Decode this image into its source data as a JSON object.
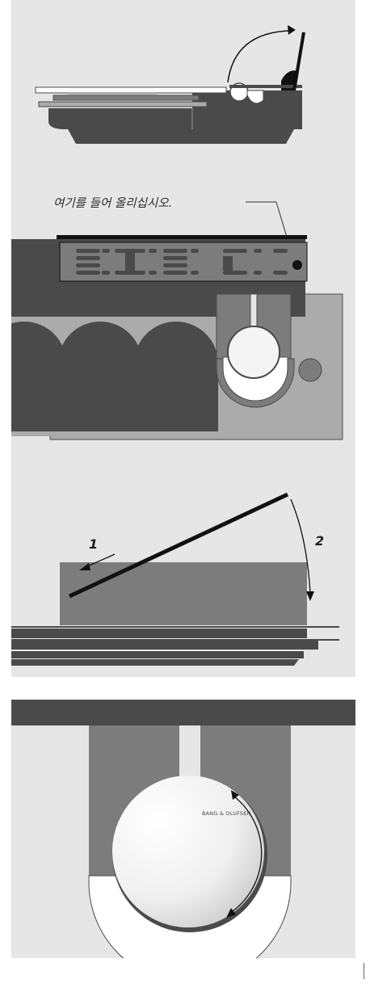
{
  "labels": {
    "lift_here": "여기를 들어 올리십시오.",
    "step_1": "1",
    "step_2": "2",
    "brand": "BANG & OLUFSEN"
  },
  "icons": {
    "arrow_1": "arrow-left-icon",
    "arrow_2": "arrow-down-curved-icon",
    "lift_arc": "arrow-up-curved-icon",
    "rotate": "rotate-arrows-icon"
  },
  "colors": {
    "background": "#e6e6e7",
    "dark": "#4a4a4a",
    "mid": "#7c7c7c",
    "light": "#ababab",
    "black": "#111111"
  }
}
